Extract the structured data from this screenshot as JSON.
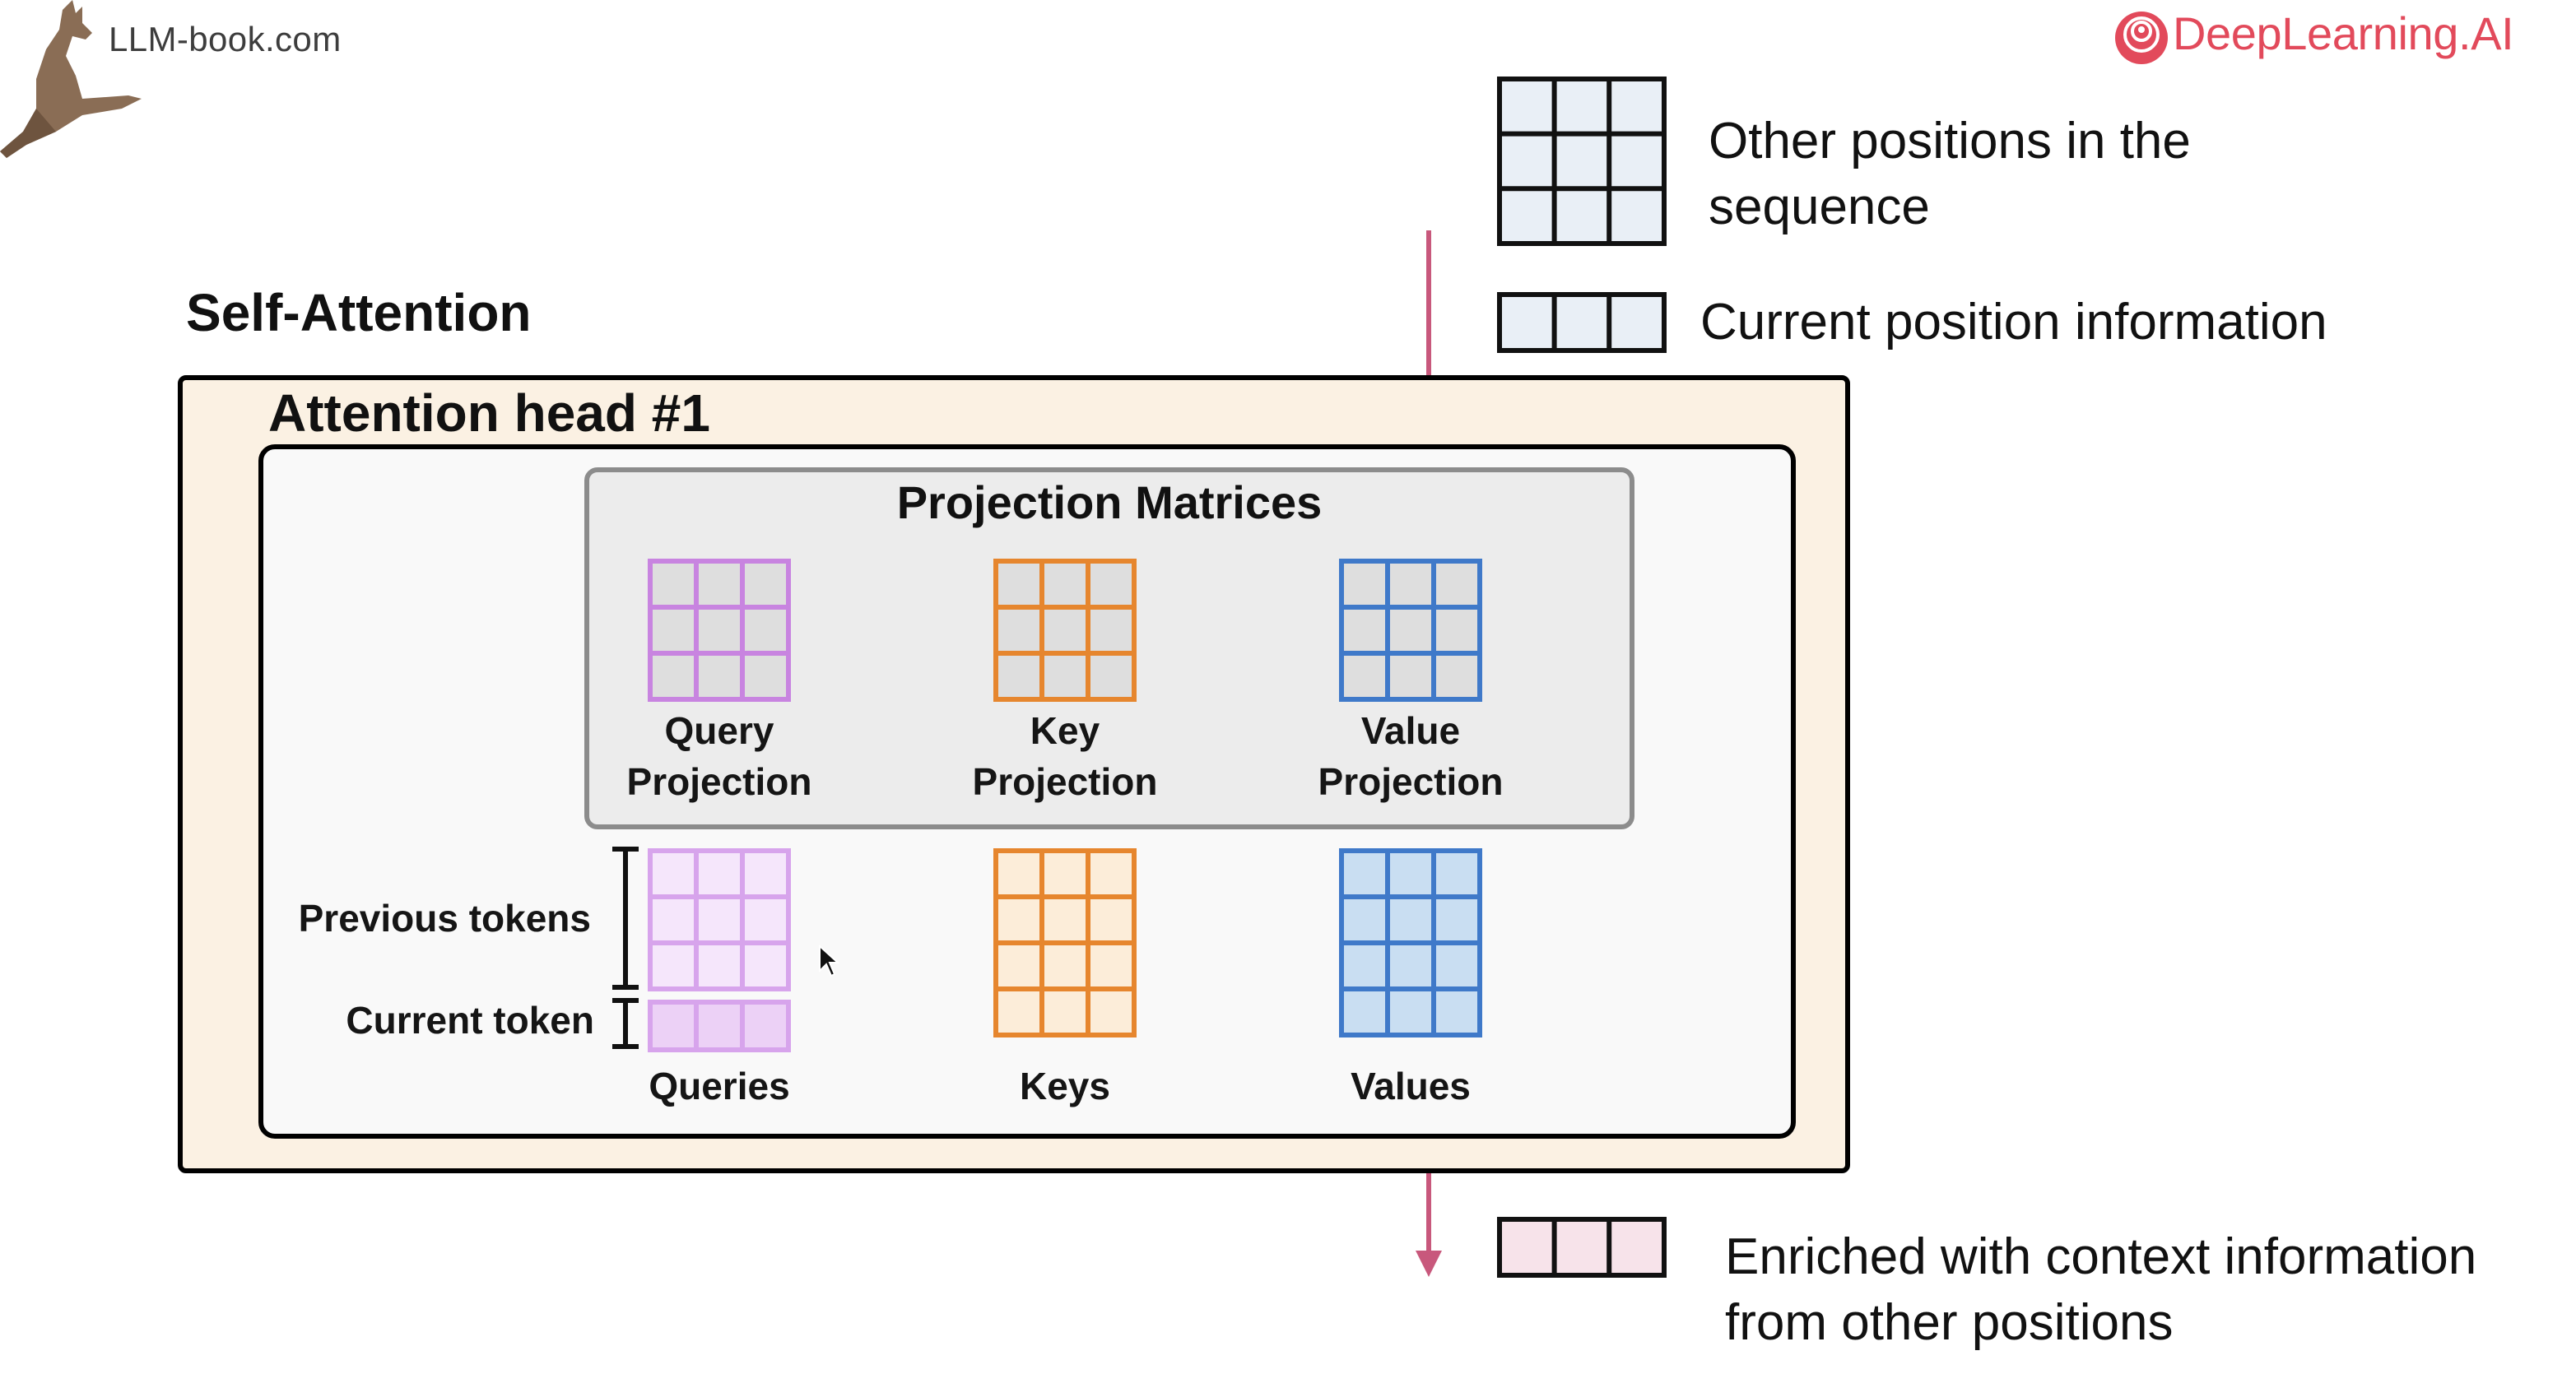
{
  "brand": {
    "site": "LLM-book.com",
    "logo_text": "DeepLearning.AI",
    "logo_color": "#e24a5b"
  },
  "legend": {
    "other_positions": [
      "Other positions in the",
      "sequence"
    ],
    "current_position": "Current position information",
    "enriched": [
      "Enriched with context information",
      "from other positions"
    ]
  },
  "diagram": {
    "title": "Self-Attention",
    "head_title": "Attention head #1",
    "projection_title": "Projection Matrices",
    "projections": [
      {
        "line1": "Query",
        "line2": "Projection",
        "color": "#c884e0",
        "fill": "#dedede"
      },
      {
        "line1": "Key",
        "line2": "Projection",
        "color": "#e6862e",
        "fill": "#dedede"
      },
      {
        "line1": "Value",
        "line2": "Projection",
        "color": "#3f79c9",
        "fill": "#dedede"
      }
    ],
    "outputs": [
      {
        "label": "Queries",
        "color": "#d7a4ec"
      },
      {
        "label": "Keys",
        "color": "#e6862e"
      },
      {
        "label": "Values",
        "color": "#3f79c9"
      }
    ],
    "previous_tokens": "Previous tokens",
    "current_token": "Current token"
  },
  "colors": {
    "arrow": "#c8587c",
    "outer_fill": "#fbf1e3",
    "grid_neutral_fill": "#e9eff6",
    "grid_enriched_fill": "#f7e3ea",
    "keys_fill": "#fcedd9",
    "values_fill": "#c9def2",
    "queries_fill": "#f5e6fb",
    "queries_current_fill": "#ecd1f6"
  }
}
